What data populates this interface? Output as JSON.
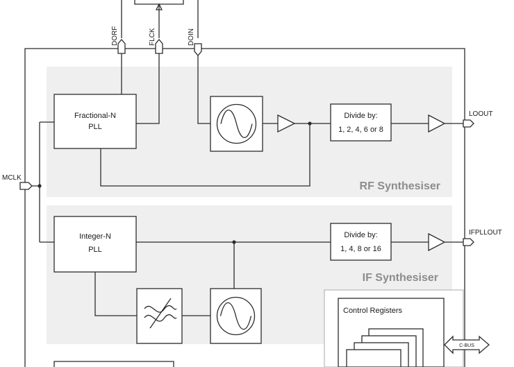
{
  "sections": {
    "rf": "RF Synthesiser",
    "if": "IF Synthesiser"
  },
  "blocks": {
    "fractional_n_pll": [
      "Fractional-N",
      "PLL"
    ],
    "integer_n_pll": [
      "Integer-N",
      "PLL"
    ],
    "rf_divider": [
      "Divide by:",
      "1, 2, 4, 6 or 8"
    ],
    "if_divider": [
      "Divide by:",
      "1, 4, 8 or 16"
    ],
    "control_registers": "Control Registers"
  },
  "pins": {
    "dorf": "DORF",
    "flck": "FLCK",
    "doin": "DOIN",
    "mclk": "MCLK",
    "loout": "LOOUT",
    "ifpllout": "IFPLLOUT",
    "cbus": "C-BUS"
  },
  "icons": [
    "vco-sine-icon",
    "buffer-amplifier-icon",
    "loop-filter-icon",
    "pin-arrow-icon",
    "junction-dot-icon"
  ],
  "colors": {
    "line": "#2b2b2b",
    "section_background": "#efefef",
    "section_label": "#8c8c8c"
  }
}
